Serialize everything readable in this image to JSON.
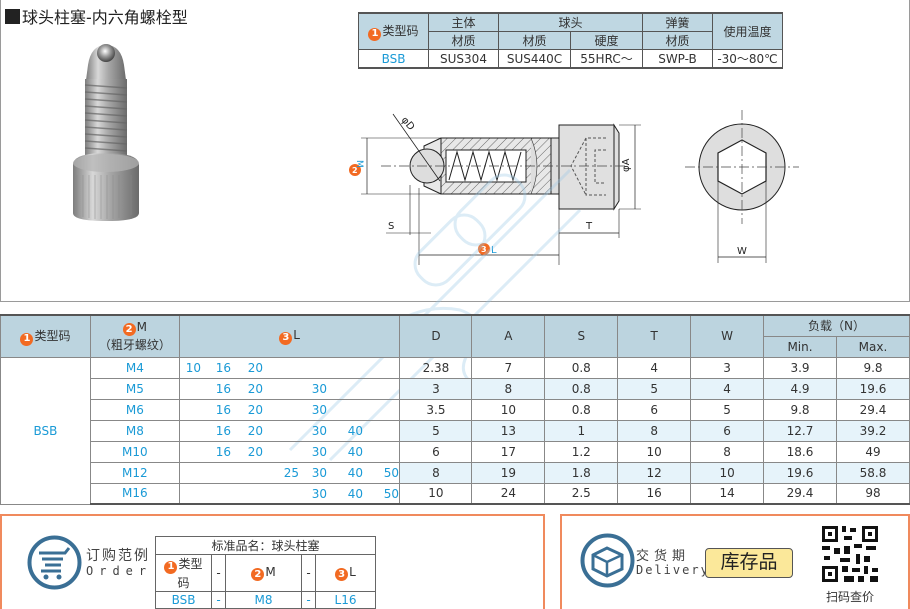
{
  "page": {
    "title": "球头柱塞-内六角螺栓型"
  },
  "material_table": {
    "header_row1": [
      "类型码",
      "主体",
      "球头",
      "弹簧",
      "使用温度"
    ],
    "type_code_num": "1",
    "header_row2": [
      "材质",
      "材质",
      "硬度",
      "材质"
    ],
    "row": {
      "type": "BSB",
      "body_material": "SUS304",
      "ball_material": "SUS440C",
      "ball_hardness": "55HRC～",
      "spring_material": "SWP-B",
      "temperature": "-30～80℃"
    }
  },
  "drawing": {
    "labels": {
      "phiD": "φD",
      "M": "M",
      "M_num": "2",
      "phiA": "φA",
      "S": "S",
      "T": "T",
      "L": "L",
      "L_num": "3",
      "W": "W"
    }
  },
  "spec_table": {
    "headers": {
      "type_code": "类型码",
      "type_num": "1",
      "M": "M",
      "M_num": "2",
      "M_sub": "（粗牙螺纹）",
      "L": "L",
      "L_num": "3",
      "D": "D",
      "A": "A",
      "S": "S",
      "T": "T",
      "W": "W",
      "load": "负载（N）",
      "min": "Min.",
      "max": "Max."
    },
    "type_value": "BSB",
    "rows": [
      {
        "M": "M4",
        "L": [
          "10",
          "16",
          "20",
          "",
          "",
          "",
          ""
        ],
        "D": "2.38",
        "A": "7",
        "S": "0.8",
        "T": "4",
        "W": "3",
        "min": "3.9",
        "max": "9.8"
      },
      {
        "M": "M5",
        "L": [
          "",
          "16",
          "20",
          "",
          "30",
          "",
          ""
        ],
        "D": "3",
        "A": "8",
        "S": "0.8",
        "T": "5",
        "W": "4",
        "min": "4.9",
        "max": "19.6"
      },
      {
        "M": "M6",
        "L": [
          "",
          "16",
          "20",
          "",
          "30",
          "",
          ""
        ],
        "D": "3.5",
        "A": "10",
        "S": "0.8",
        "T": "6",
        "W": "5",
        "min": "9.8",
        "max": "29.4"
      },
      {
        "M": "M8",
        "L": [
          "",
          "16",
          "20",
          "",
          "30",
          "40",
          ""
        ],
        "D": "5",
        "A": "13",
        "S": "1",
        "T": "8",
        "W": "6",
        "min": "12.7",
        "max": "39.2"
      },
      {
        "M": "M10",
        "L": [
          "",
          "16",
          "20",
          "",
          "30",
          "40",
          ""
        ],
        "D": "6",
        "A": "17",
        "S": "1.2",
        "T": "10",
        "W": "8",
        "min": "18.6",
        "max": "49"
      },
      {
        "M": "M12",
        "L": [
          "",
          "",
          "",
          "25",
          "30",
          "40",
          "50"
        ],
        "D": "8",
        "A": "19",
        "S": "1.8",
        "T": "12",
        "W": "10",
        "min": "19.6",
        "max": "58.8"
      },
      {
        "M": "M16",
        "L": [
          "",
          "",
          "",
          "",
          "30",
          "40",
          "50"
        ],
        "D": "10",
        "A": "24",
        "S": "2.5",
        "T": "16",
        "W": "14",
        "min": "29.4",
        "max": "98"
      }
    ]
  },
  "order": {
    "label_cn": "订购范例",
    "label_en": "Order",
    "table_title": "标准品名：球头柱塞",
    "head": [
      "类型码",
      "-",
      "M",
      "-",
      "L"
    ],
    "head_nums": [
      "1",
      "2",
      "3"
    ],
    "values": [
      "BSB",
      "-",
      "M8",
      "-",
      "L16"
    ]
  },
  "delivery": {
    "label_cn": "交货期",
    "label_en": "Delivery",
    "badge": "库存品",
    "qr_label": "扫码查价"
  },
  "colors": {
    "accent_blue": "#1a9ad6",
    "header_bg": "#bcd4df",
    "orange": "#f26a22",
    "panel_border": "#f08a5d",
    "badge_bg": "#fbe89a"
  }
}
